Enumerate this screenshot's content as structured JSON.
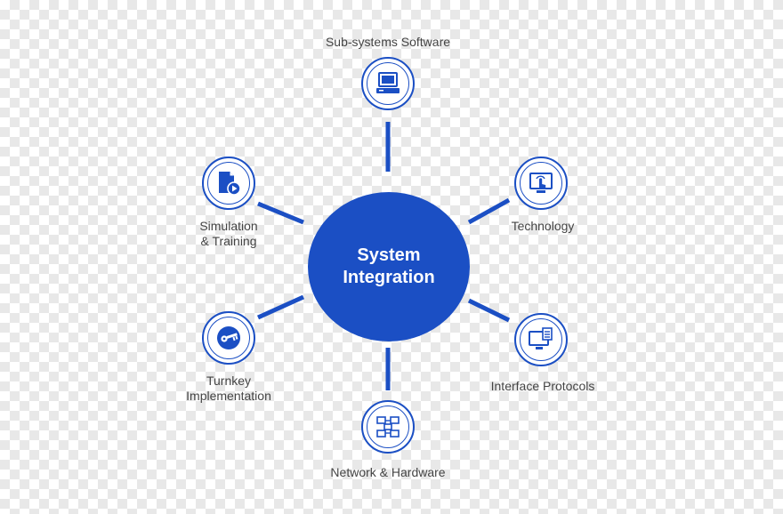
{
  "colors": {
    "accent": "#1b4fc4",
    "label_text": "#444444",
    "hub_text": "#ffffff"
  },
  "hub": {
    "line1": "System",
    "line2": "Integration"
  },
  "nodes": [
    {
      "key": "subsystems",
      "label_lines": [
        "Sub-systems Software"
      ],
      "icon": "computer-terminal-icon"
    },
    {
      "key": "technology",
      "label_lines": [
        "Technology"
      ],
      "icon": "touch-screen-icon"
    },
    {
      "key": "interface",
      "label_lines": [
        "Interface Protocols"
      ],
      "icon": "monitor-document-icon"
    },
    {
      "key": "network",
      "label_lines": [
        "Network & Hardware"
      ],
      "icon": "network-nodes-icon"
    },
    {
      "key": "turnkey",
      "label_lines": [
        "Turnkey",
        "Implementation"
      ],
      "icon": "key-icon"
    },
    {
      "key": "simulation",
      "label_lines": [
        "Simulation",
        "& Training"
      ],
      "icon": "file-play-icon"
    }
  ]
}
